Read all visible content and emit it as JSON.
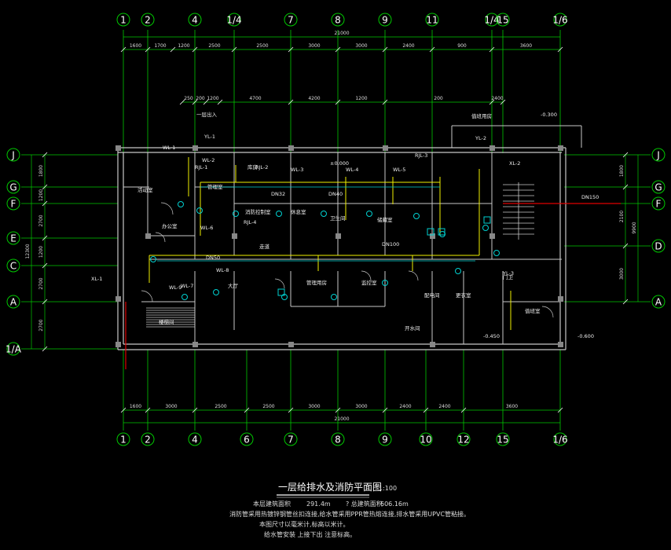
{
  "colors": {
    "background": "#000000",
    "grid": "#00c800",
    "wall": "#c8c8c8",
    "pipe_supply": "#f0f000",
    "pipe_fire": "#e00000",
    "fixture": "#00d0d0",
    "label_text": "#e6e6e6",
    "note_text": "#ffffff"
  },
  "axes": {
    "top": [
      "1",
      "2",
      "4",
      "1/4",
      "7",
      "8",
      "9",
      "11",
      "1/4",
      "15",
      "1/6"
    ],
    "bottom": [
      "1",
      "2",
      "4",
      "6",
      "7",
      "8",
      "9",
      "10",
      "12",
      "15",
      "1/6"
    ],
    "left": [
      "J",
      "G",
      "F",
      "E",
      "C",
      "A",
      "1/A"
    ],
    "right": [
      "J",
      "G",
      "F",
      "D",
      "A"
    ]
  },
  "dimensions": {
    "top_segments": [
      "1600",
      "1700",
      "1200",
      "2500",
      "2500",
      "3000",
      "3000",
      "2400",
      "900",
      "3600"
    ],
    "top_total": "21000",
    "top_inner": [
      "250",
      "200",
      "1200",
      "4700",
      "4200",
      "1200",
      "200",
      "2400"
    ],
    "bottom_segments": [
      "1600",
      "3000",
      "2500",
      "2500",
      "3000",
      "3000",
      "2400",
      "2400",
      "3600"
    ],
    "bottom_total": "21000",
    "left_segments": [
      "1800",
      "1200",
      "2700",
      "1200",
      "2700",
      "2700"
    ],
    "left_total": "12300",
    "right_segments": [
      "1800",
      "2100",
      "3000"
    ],
    "right_total": "9900"
  },
  "labels": {
    "room_labels": [
      "活动室",
      "办公室",
      "管理室",
      "消防控制室",
      "休息室",
      "卫生间",
      "储藏室",
      "楼梯间",
      "门卫",
      "值班室",
      "配电间",
      "更衣室",
      "走道",
      "大厅",
      "管理用房",
      "监控室",
      "开水间",
      "一层出入",
      "库房",
      "值班用房"
    ],
    "pipe_tags": [
      "WL-1",
      "WL-2",
      "WL-3",
      "WL-4",
      "WL-5",
      "WL-6",
      "WL-7",
      "WL-8",
      "WL-9",
      "YL-1",
      "YL-2",
      "YL-3",
      "RJL-1",
      "RJL-2",
      "RJL-3",
      "RJL-4",
      "XL-1",
      "XL-2",
      "DN32",
      "DN40",
      "DN50",
      "DN100",
      "DN150"
    ],
    "elevations": [
      "-0.300",
      "-0.450",
      "-0.600",
      "±0.000"
    ]
  },
  "title": {
    "main": "一层给排水及消防平面图",
    "scale": "1:100",
    "area_label_1": "本层建筑面积",
    "area_value_1": "291.4m",
    "area_label_2": "? 总建筑面积",
    "area_value_2": "606.16m"
  },
  "notes": [
    "消防管采用热镀锌钢管丝扣连接,给水管采用PPR管热熔连接,排水管采用UPVC管粘接。",
    "本图尺寸以毫米计,标高以米计。",
    "给水管安装 上接下出 注意标高。"
  ]
}
